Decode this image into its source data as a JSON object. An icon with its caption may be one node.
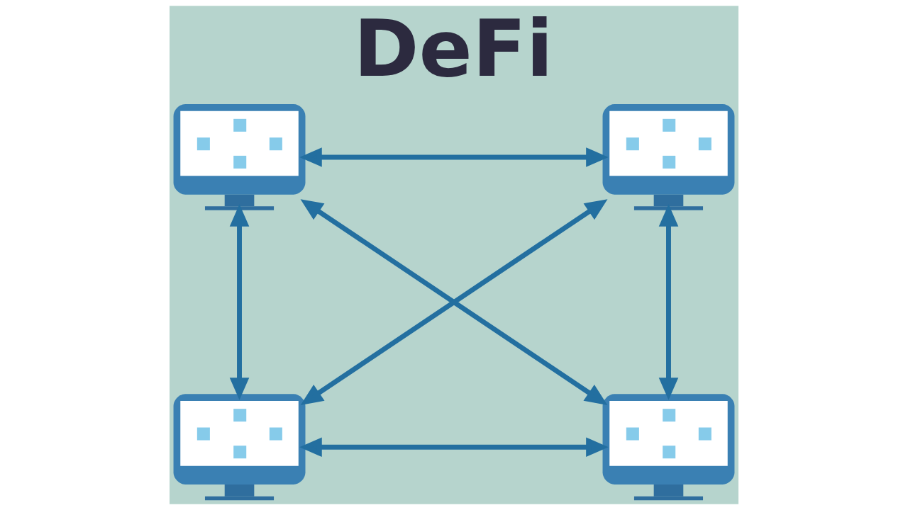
{
  "diagram": {
    "title": "DeFi",
    "nodes": [
      {
        "text": [],
        "shape": "picture"
      },
      {
        "text": [],
        "shape": "picture"
      },
      {
        "text": [],
        "shape": "picture"
      },
      {
        "text": [],
        "shape": "picture"
      }
    ],
    "edges": [
      {
        "from": 0,
        "to": 1,
        "arrow": "both"
      },
      {
        "from": 0,
        "to": 2,
        "arrow": "both"
      },
      {
        "from": 0,
        "to": 3,
        "arrow": "both"
      },
      {
        "from": 1,
        "to": 2,
        "arrow": "both"
      },
      {
        "from": 1,
        "to": 3,
        "arrow": "both"
      },
      {
        "from": 2,
        "to": 3,
        "arrow": "both"
      }
    ]
  }
}
